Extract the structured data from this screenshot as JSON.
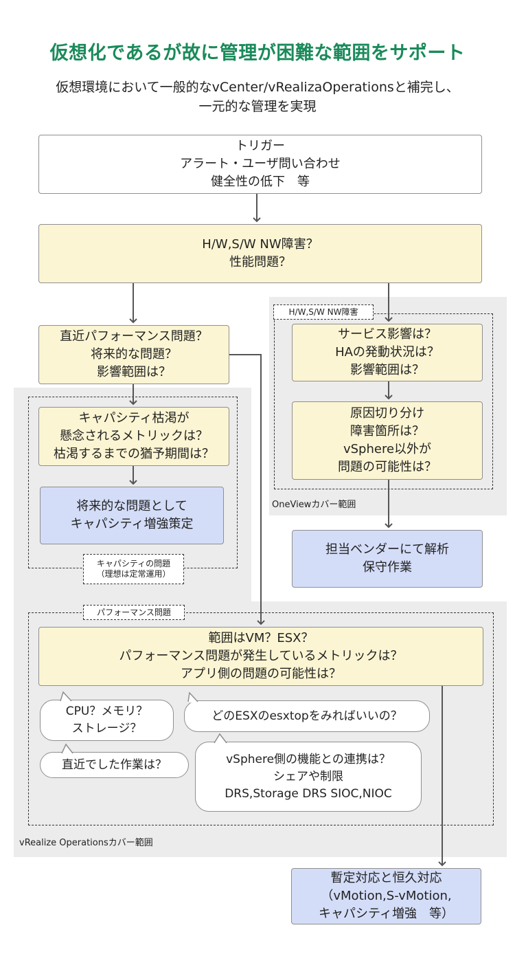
{
  "header": {
    "title": "仮想化であるが故に管理が困難な範囲をサポート",
    "subtitle_line1": "仮想環境において一般的なvCenter/vRealizaOperationsと補完し、",
    "subtitle_line2": "一元的な管理を実現"
  },
  "nodes": {
    "trigger": [
      "トリガー",
      "アラート・ユーザ問い合わせ",
      "健全性の低下　等"
    ],
    "hwsw": [
      "H/W,S/W NW障害？",
      "性能問題？"
    ],
    "recent_perf": [
      "直近パフォーマンス問題？",
      "将来的な問題？",
      "影響範囲は？"
    ],
    "capacity_q": [
      "キャパシティ枯渇が",
      "懸念されるメトリックは？",
      "枯渇するまでの猶予期間は？"
    ],
    "capacity_plan": [
      "将来的な問題として",
      "キャパシティ増強策定"
    ],
    "service_impact": [
      "サービス影響は？",
      "HAの発動状況は？",
      "影響範囲は？"
    ],
    "root_cause": [
      "原因切り分け",
      "障害箇所は？",
      "vSphere以外が",
      "問題の可能性は？"
    ],
    "vendor": [
      "担当ベンダーにて解析",
      "保守作業"
    ],
    "scope": [
      "範囲はVM？ESX？",
      "パフォーマンス問題が発生しているメトリックは？",
      "アプリ側の問題の可能性は？"
    ],
    "remedy": [
      "暫定対応と恒久対応",
      "（vMotion,S-vMotion,",
      "キャパシティ増強　等）"
    ]
  },
  "groups": {
    "hw_tag": "H/W,S/W NW障害",
    "capacity_tag": [
      "キャパシティの問題",
      "（理想は定常運用）"
    ],
    "perf_tag": "パフォーマンス問題"
  },
  "regions": {
    "oneview": "OneViewカバー範囲",
    "vrealize": "vRealize Operationsカバー範囲"
  },
  "bubbles": {
    "cpu": [
      "CPU？メモリ？",
      "ストレージ？"
    ],
    "esxtop": [
      "どのESXのesxtopをみればいいの？"
    ],
    "recent_work": [
      "直近でした作業は？"
    ],
    "vsphere": [
      "vSphere側の機能との連携は？",
      "シェアや制限",
      "DRS,Storage DRS SIOC,NIOC"
    ]
  },
  "colors": {
    "title": "#1a8a5a",
    "yellow_box": "#fbf5d3",
    "blue_box": "#d4ddf8",
    "region": "#ececec",
    "border": "#8f8f8f",
    "arrow": "#555555"
  }
}
